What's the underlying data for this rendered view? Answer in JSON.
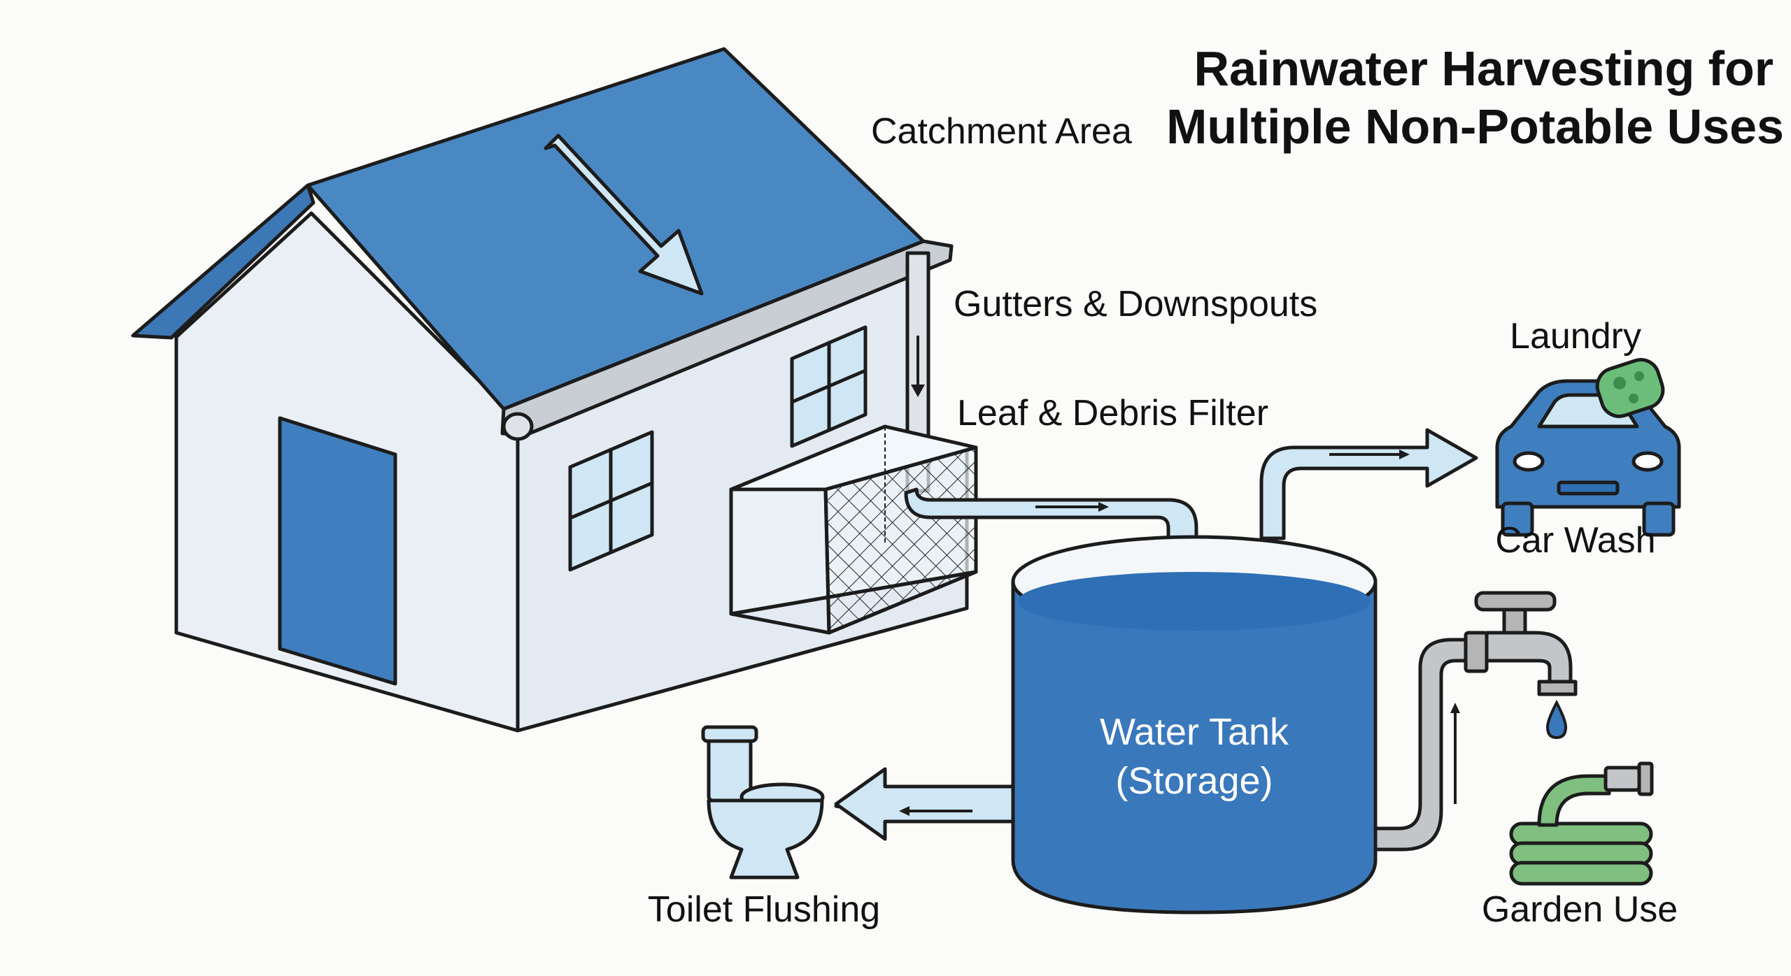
{
  "title": {
    "line1": "Rainwater Harvesting for",
    "line2": "Multiple Non-Potable Uses"
  },
  "labels": {
    "catchment": "Catchment Area",
    "gutters": "Gutters & Downspouts",
    "filter": "Leaf & Debris Filter",
    "tank_line1": "Water Tank",
    "tank_line2": "(Storage)",
    "laundry": "Laundry",
    "car_wash": "Car Wash",
    "toilet": "Toilet Flushing",
    "garden": "Garden Use"
  },
  "colors": {
    "roof_blue": "#4a88c4",
    "wall": "#e9eef4",
    "pipe_light": "#cfe6f4",
    "water": "#2e6fb5",
    "tank_body": "#3a78bc",
    "garden_hose": "#7fbf7f",
    "faucet_gray": "#b5b5b5",
    "outline": "#1c1c1c"
  }
}
